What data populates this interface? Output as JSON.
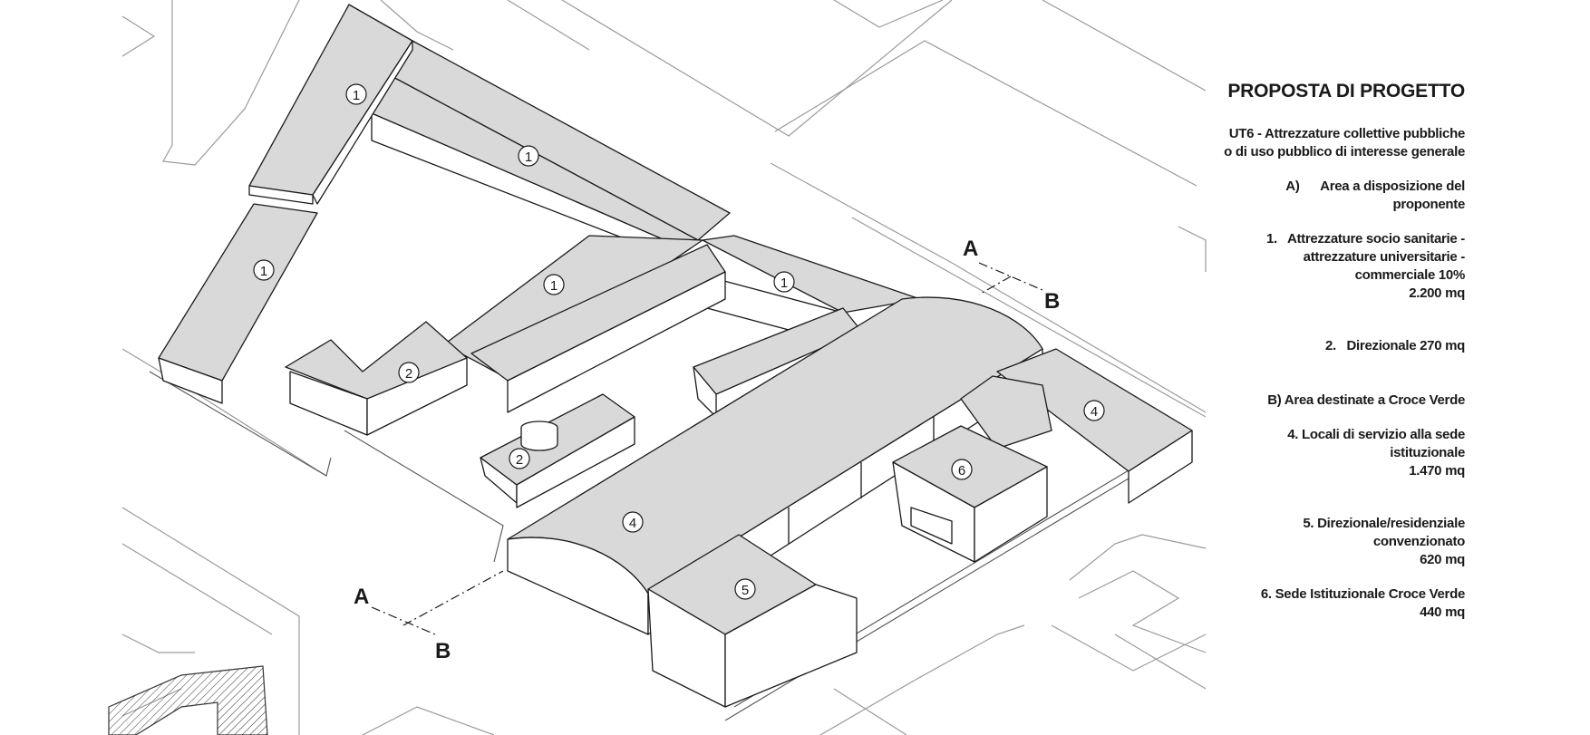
{
  "legend": {
    "title": "PROPOSTA DI PROGETTO",
    "ut6_line1": "UT6 - Attrezzature collettive pubbliche",
    "ut6_line2": "o di uso pubblico di interesse generale",
    "a_line1": "A)      Area a disposizione del",
    "a_line2": "proponente",
    "i1_line1": "1.   Attrezzature socio sanitarie -",
    "i1_line2": "attrezzature universitarie -",
    "i1_line3": "commerciale 10%",
    "i1_line4": "2.200 mq",
    "i2": "2.   Direzionale 270 mq",
    "b": "B) Area destinate a Croce Verde",
    "i4_line1": "4. Locali di servizio alla sede",
    "i4_line2": "istituzionale",
    "i4_line3": "1.470 mq",
    "i5_line1": "5. Direzionale/residenziale",
    "i5_line2": "convenzionato",
    "i5_line3": "620 mq",
    "i6_line1": "6. Sede Istituzionale Croce Verde",
    "i6_line2": "440 mq"
  },
  "section_marks": {
    "a": "A",
    "b": "B"
  },
  "building_numbers": {
    "n1": "1",
    "n2": "2",
    "n4": "4",
    "n5": "5",
    "n6": "6"
  },
  "colors": {
    "roof": "#d9d9d9",
    "line": "#1a1a1a",
    "context": "#9a9a9a",
    "wall": "#ffffff"
  }
}
